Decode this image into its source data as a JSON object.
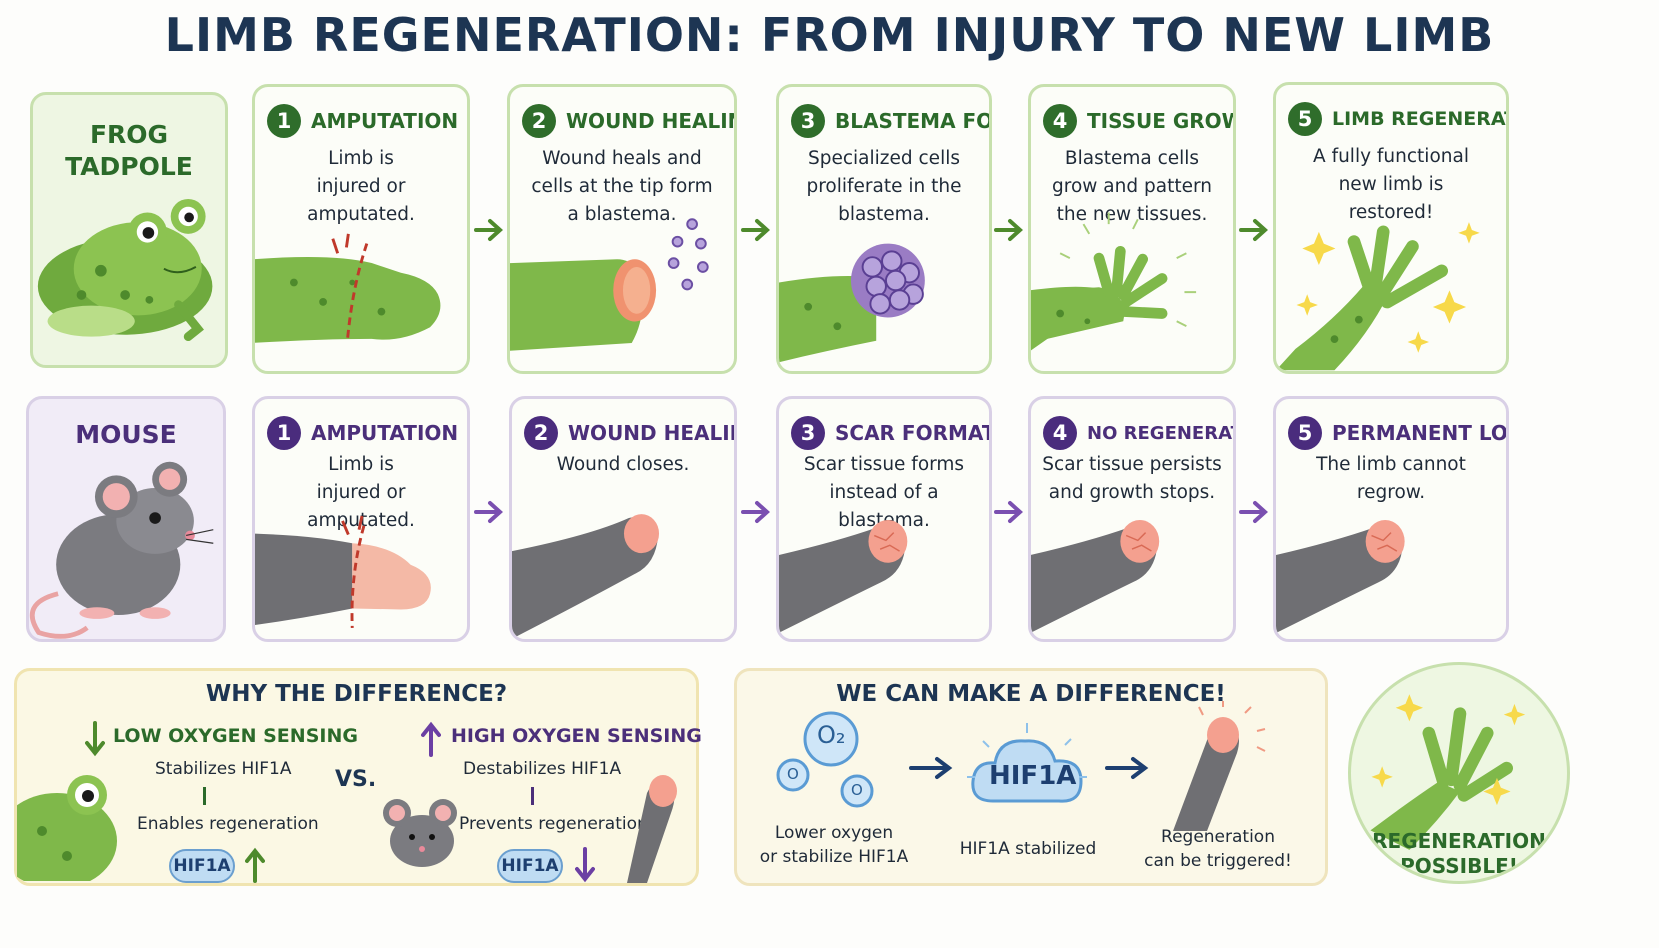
{
  "title": "LIMB REGENERATION: FROM INJURY TO NEW LIMB",
  "frog": {
    "species_label": "FROG\nTADPOLE",
    "steps": [
      {
        "num": "1",
        "title": "AMPUTATION",
        "text": "Limb is injured or amputated."
      },
      {
        "num": "2",
        "title": "WOUND HEALING",
        "text": "Wound heals and cells at the tip form a blastema."
      },
      {
        "num": "3",
        "title": "BLASTEMA FORMS",
        "text": "Specialized cells proliferate in the blastema."
      },
      {
        "num": "4",
        "title": "TISSUE GROWTH",
        "text": "Blastema cells grow and pattern the new tissues."
      },
      {
        "num": "5",
        "title": "LIMB REGENERATION",
        "text": "A fully functional new limb is restored!"
      }
    ]
  },
  "mouse": {
    "species_label": "MOUSE",
    "steps": [
      {
        "num": "1",
        "title": "AMPUTATION",
        "text": "Limb is injured or amputated."
      },
      {
        "num": "2",
        "title": "WOUND HEALING",
        "text": "Wound closes."
      },
      {
        "num": "3",
        "title": "SCAR FORMATION",
        "text": "Scar tissue forms instead of a blastema."
      },
      {
        "num": "4",
        "title": "NO REGENERATION",
        "text": "Scar tissue persists and growth stops."
      },
      {
        "num": "5",
        "title": "PERMANENT LOSS",
        "text": "The limb cannot regrow."
      }
    ]
  },
  "why": {
    "title": "WHY THE DIFFERENCE?",
    "low_label": "LOW OXYGEN SENSING",
    "low_effect": "Stabilizes HIF1A",
    "low_result": "Enables regeneration",
    "vs": "VS.",
    "high_label": "HIGH OXYGEN SENSING",
    "high_effect": "Destabilizes HIF1A",
    "high_result": "Prevents regeneration",
    "pill": "HIF1A"
  },
  "make": {
    "title": "WE CAN MAKE A DIFFERENCE!",
    "o2": "O₂",
    "o": "O",
    "step1": "Lower oxygen\nor stabilize HIF1A",
    "cloud": "HIF1A",
    "step2": "HIF1A stabilized",
    "step3": "Regeneration\ncan be triggered!"
  },
  "badge": "REGENERATION\nPOSSIBLE!",
  "colors": {
    "frog_green": "#2b6a2a",
    "mouse_purple": "#4b2f7a",
    "skin_green": "#7fb84a",
    "fur_gray": "#6f6f73",
    "wound_pink": "#f4a08f",
    "blastema_purple": "#9a7cc4"
  }
}
